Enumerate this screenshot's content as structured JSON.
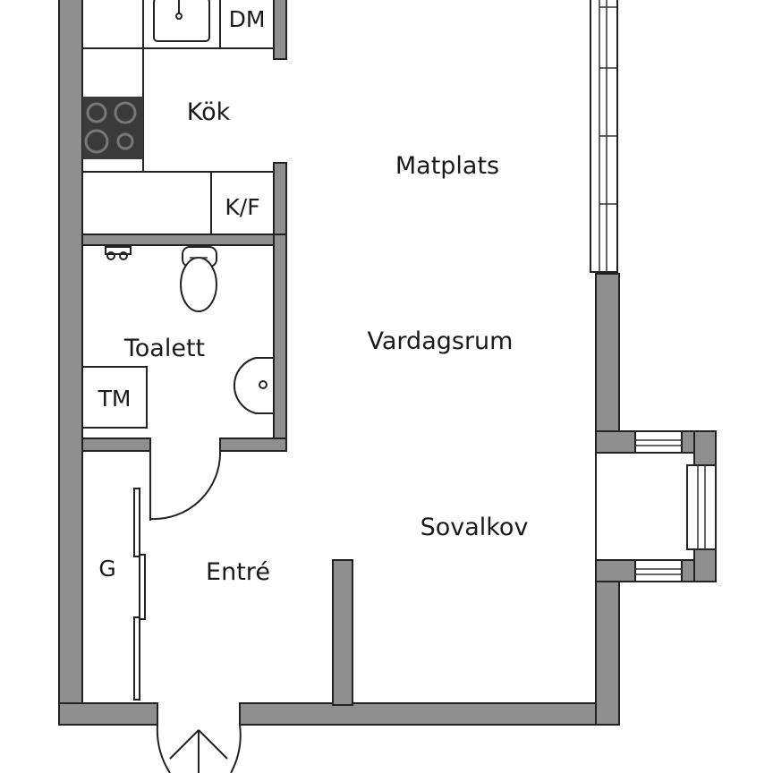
{
  "plan": {
    "rooms": {
      "kitchen": "Kök",
      "dining": "Matplats",
      "living": "Vardagsrum",
      "alcove": "Sovalkov",
      "toilet": "Toalett",
      "entry": "Entré"
    },
    "fixtures": {
      "dishwasher": "DM",
      "fridge_freezer": "K/F",
      "washing_machine": "TM",
      "wardrobe": "G"
    },
    "colors": {
      "wall": "#8f8f8f",
      "stove": "#3a3a3a",
      "line": "#222222"
    },
    "icons": [
      "sink-icon",
      "stove-icon",
      "toilet-icon",
      "washbasin-icon",
      "faucet-icon",
      "entrance-arrow-icon"
    ]
  }
}
